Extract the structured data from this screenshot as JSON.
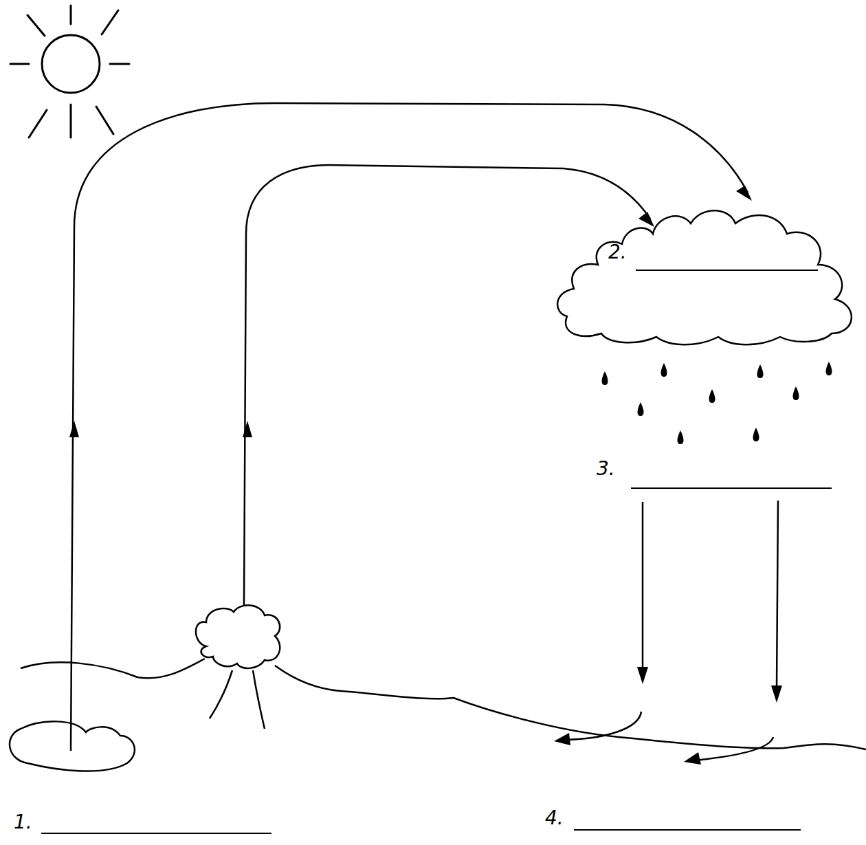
{
  "diagram": {
    "nodes": [
      {
        "text": [
          "2."
        ]
      }
    ],
    "labels": [
      "1.",
      "3.",
      "4."
    ]
  }
}
